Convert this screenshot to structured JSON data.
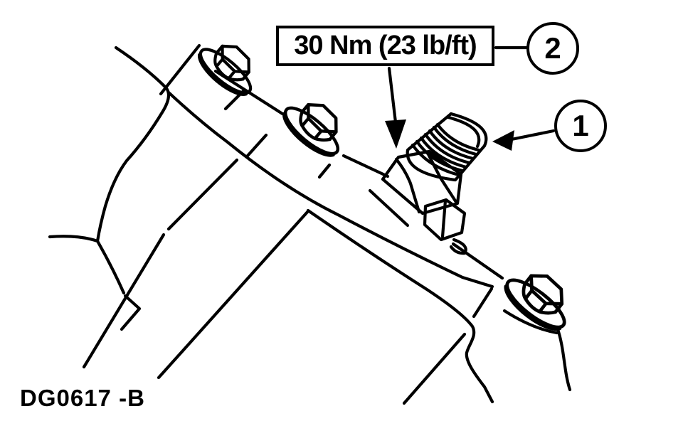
{
  "figure": {
    "id": "DG0617 -B",
    "torque_callout": {
      "number": "2",
      "label": "30 Nm (23 lb/ft)"
    },
    "part_callout": {
      "number": "1"
    },
    "colors": {
      "line": "#000000",
      "background": "#ffffff"
    }
  }
}
